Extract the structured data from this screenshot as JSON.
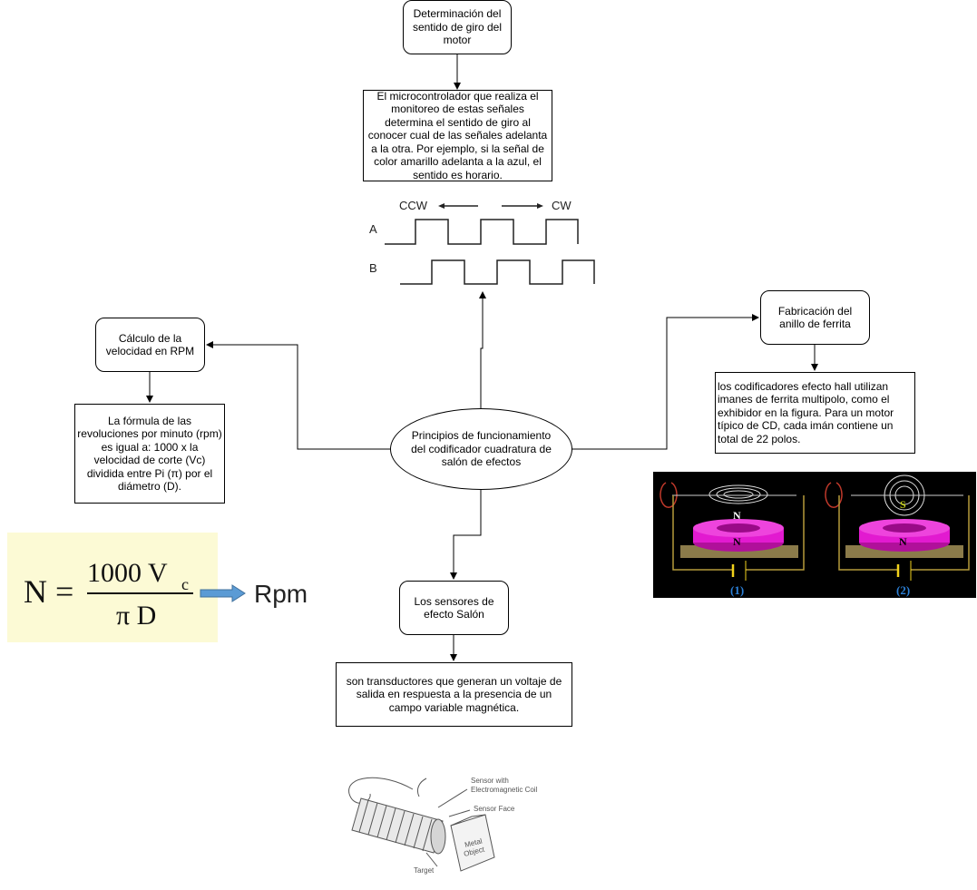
{
  "nodes": {
    "center": "Principios de funcionamiento del codificador cuadratura de salón de efectos",
    "direction_title": "Determinación del sentido de giro del motor",
    "direction_text": "El microcontrolador que realiza el monitoreo de estas señales determina el sentido de giro al conocer cual de las señales adelanta a la otra. Por ejemplo, si la señal de color amarillo adelanta a la azul, el sentido es horario.",
    "rpm_title": "Cálculo de la velocidad en RPM",
    "rpm_text": "La fórmula de las revoluciones por minuto (rpm) es igual a: 1000 x la velocidad de corte (Vc) dividida entre Pi (π) por el diámetro (D).",
    "ferrite_title": "Fabricación del anillo de ferrita",
    "ferrite_text": "los codificadores efecto hall utilizan imanes de ferrita multipolo, como el exhibidor en la figura. Para un motor típico de CD, cada imán contiene un total de 22 polos.",
    "sensor_title": "Los sensores de efecto Salón",
    "sensor_text": "son transductores que generan un voltaje de salida en respuesta a la presencia de un campo variable magnética."
  },
  "waveform": {
    "ccw": "CCW",
    "cw": "CW",
    "a": "A",
    "b": "B"
  },
  "formula": {
    "n": "N =",
    "numerator": "1000 V",
    "sub": "c",
    "denominator": "π D",
    "result": "Rpm"
  },
  "magnet": {
    "pole_n": "N",
    "pole_s": "S",
    "label1": "(1)",
    "label2": "(2)"
  },
  "sensor_image": {
    "coil": "Sensor with\nElectromagnetic Coil",
    "face": "Sensor Face",
    "object": "Metal Object",
    "target": "Target"
  }
}
